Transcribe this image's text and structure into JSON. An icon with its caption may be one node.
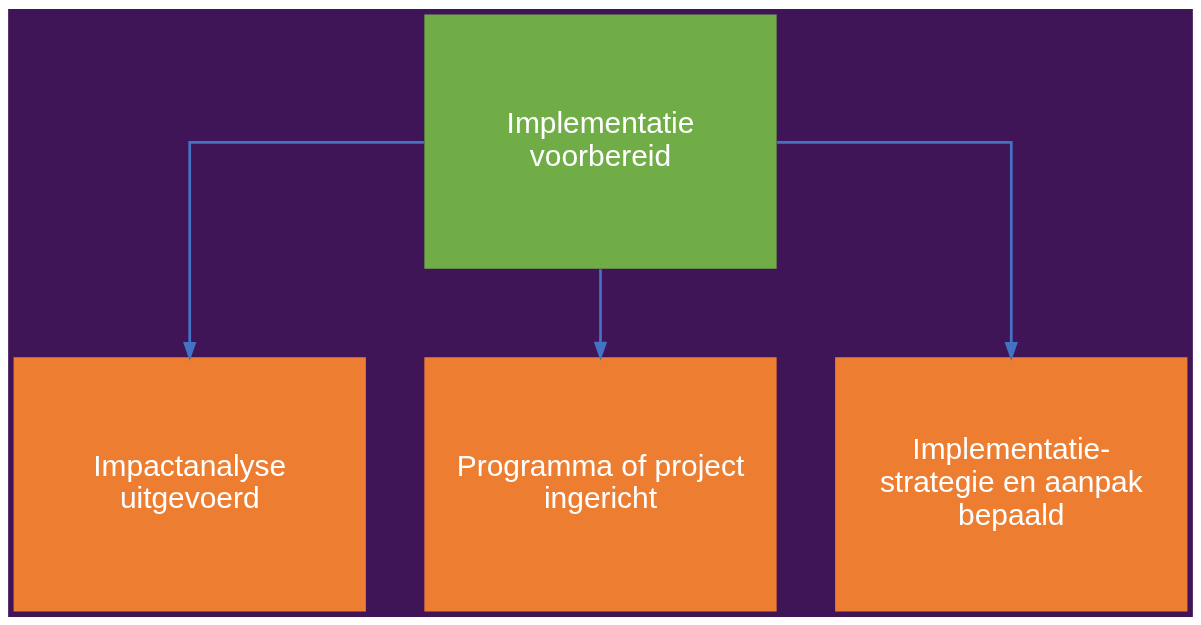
{
  "diagram": {
    "nodes": [
      {
        "text": [
          "Implementatie voorbereid"
        ]
      },
      {
        "text": [
          "Impactanalyse uitgevoerd"
        ]
      },
      {
        "text": [
          "Programma of project ingericht"
        ]
      },
      {
        "text": [
          "Implementatie- strategie en aanpak bepaald"
        ]
      }
    ],
    "edges": [
      {
        "from": 0,
        "to": 1,
        "arrow": "to"
      },
      {
        "from": 0,
        "to": 2,
        "arrow": "to"
      },
      {
        "from": 0,
        "to": 3,
        "arrow": "to"
      }
    ]
  }
}
